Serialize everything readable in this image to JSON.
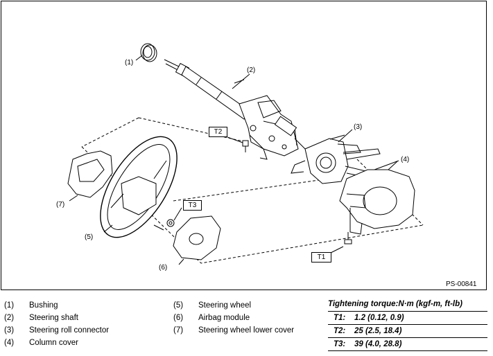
{
  "callouts": {
    "c1": "(1)",
    "c2": "(2)",
    "c3": "(3)",
    "c4": "(4)",
    "c5": "(5)",
    "c6": "(6)",
    "c7": "(7)",
    "t1": "T1",
    "t2": "T2",
    "t3": "T3"
  },
  "figure_id": "PS-00841",
  "legend_left": [
    {
      "num": "(1)",
      "name": "Bushing"
    },
    {
      "num": "(2)",
      "name": "Steering shaft"
    },
    {
      "num": "(3)",
      "name": "Steering roll connector"
    },
    {
      "num": "(4)",
      "name": "Column cover"
    }
  ],
  "legend_right": [
    {
      "num": "(5)",
      "name": "Steering wheel"
    },
    {
      "num": "(6)",
      "name": "Airbag module"
    },
    {
      "num": "(7)",
      "name": "Steering wheel lower cover"
    }
  ],
  "torque": {
    "title": "Tightening torque:N·m (kgf-m, ft-lb)",
    "rows": [
      {
        "key": "T1:",
        "value": "1.2 (0.12, 0.9)"
      },
      {
        "key": "T2:",
        "value": "25 (2.5, 18.4)"
      },
      {
        "key": "T3:",
        "value": "39 (4.0, 28.8)"
      }
    ]
  }
}
